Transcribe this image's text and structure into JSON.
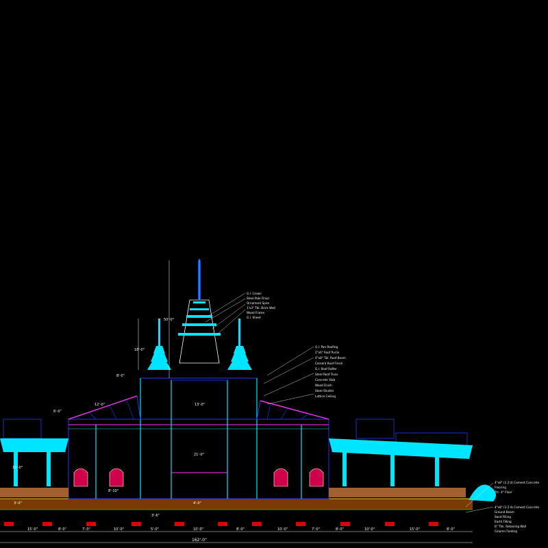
{
  "roof_notes": [
    "G.I. Pan Roofing",
    "2\"x6\" Roof Purlin",
    "4\"x8\" Tbl. Roof Beam",
    "Cement Roof Finish",
    "G.I. Roof Rafter",
    "Steel Roof Truss",
    "Concrete Slab",
    "Wood Finish",
    "Steel Shutter",
    "Lattice Ceiling"
  ],
  "tower_notes": [
    "G.I. Crown",
    "Steel Pole Finial",
    "Ornament Spire",
    "1'x3\" Tbl. Brick Wall",
    "Wood Frame",
    "G.I. Sheet"
  ],
  "right_notes": [
    "4\"x8\" (1:2:4) Cement Concrete",
    "Flooring",
    "Ttc. 4\" Floor",
    "4\"x8\" (1:2:4) Cement Concrete",
    "Ground Beam",
    "Sand Filling",
    "Earth Filling",
    "6\" Thk. Retaining Wall",
    "Column Footing"
  ],
  "bottom_dims": [
    "15'-0\"",
    "8'-0\"",
    "7'-0\"",
    "10'-0\"",
    "5'-0\"",
    "10'-0\"",
    "8'-0\"",
    "10'-0\"",
    "7'-0\"",
    "8'-0\"",
    "10'-0\"",
    "15'-0\"",
    "8'-0\""
  ],
  "overall_width": "162'-0\"",
  "vertical_dims": [
    "50'-0\"",
    "18'-0\"",
    "8'-0\"",
    "12'-0\"",
    "6'-0\"",
    "13'-0\"",
    "21'-0\"",
    "10'-0\"",
    "3'-0\"",
    "4'-0\"",
    "8'-10\"",
    "3'-6\""
  ],
  "colors": {
    "cyan": "#00e5ff",
    "blue": "#1a3cff",
    "magenta": "#ff33ff",
    "white": "#ffffff",
    "green": "#3cff3c",
    "brown": "#7a3a00",
    "red": "#e00000",
    "yellow": "#ffd11a"
  }
}
